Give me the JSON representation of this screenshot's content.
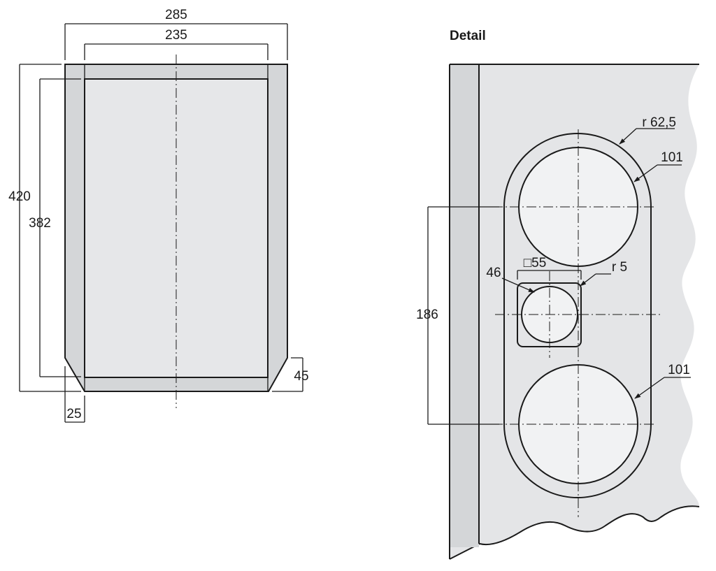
{
  "colors": {
    "line": "#1a1a1a",
    "frame_fill": "#d4d6d8",
    "panel_fill": "#e6e7e9",
    "hole_fill": "#f1f2f3",
    "detail_fill": "#e4e5e7"
  },
  "front_view": {
    "dim_width_outer": "285",
    "dim_width_inner": "235",
    "dim_height_outer": "420",
    "dim_height_inner": "382",
    "dim_chamfer_width": "25",
    "dim_chamfer_height": "45"
  },
  "detail_view": {
    "title": "Detail",
    "dim_outer_radius": "r 62,5",
    "dim_hole_top": "101",
    "dim_hole_bottom": "101",
    "dim_square": "□55",
    "dim_small_hole": "46",
    "dim_corner_radius": "r 5",
    "dim_spacing": "186"
  }
}
